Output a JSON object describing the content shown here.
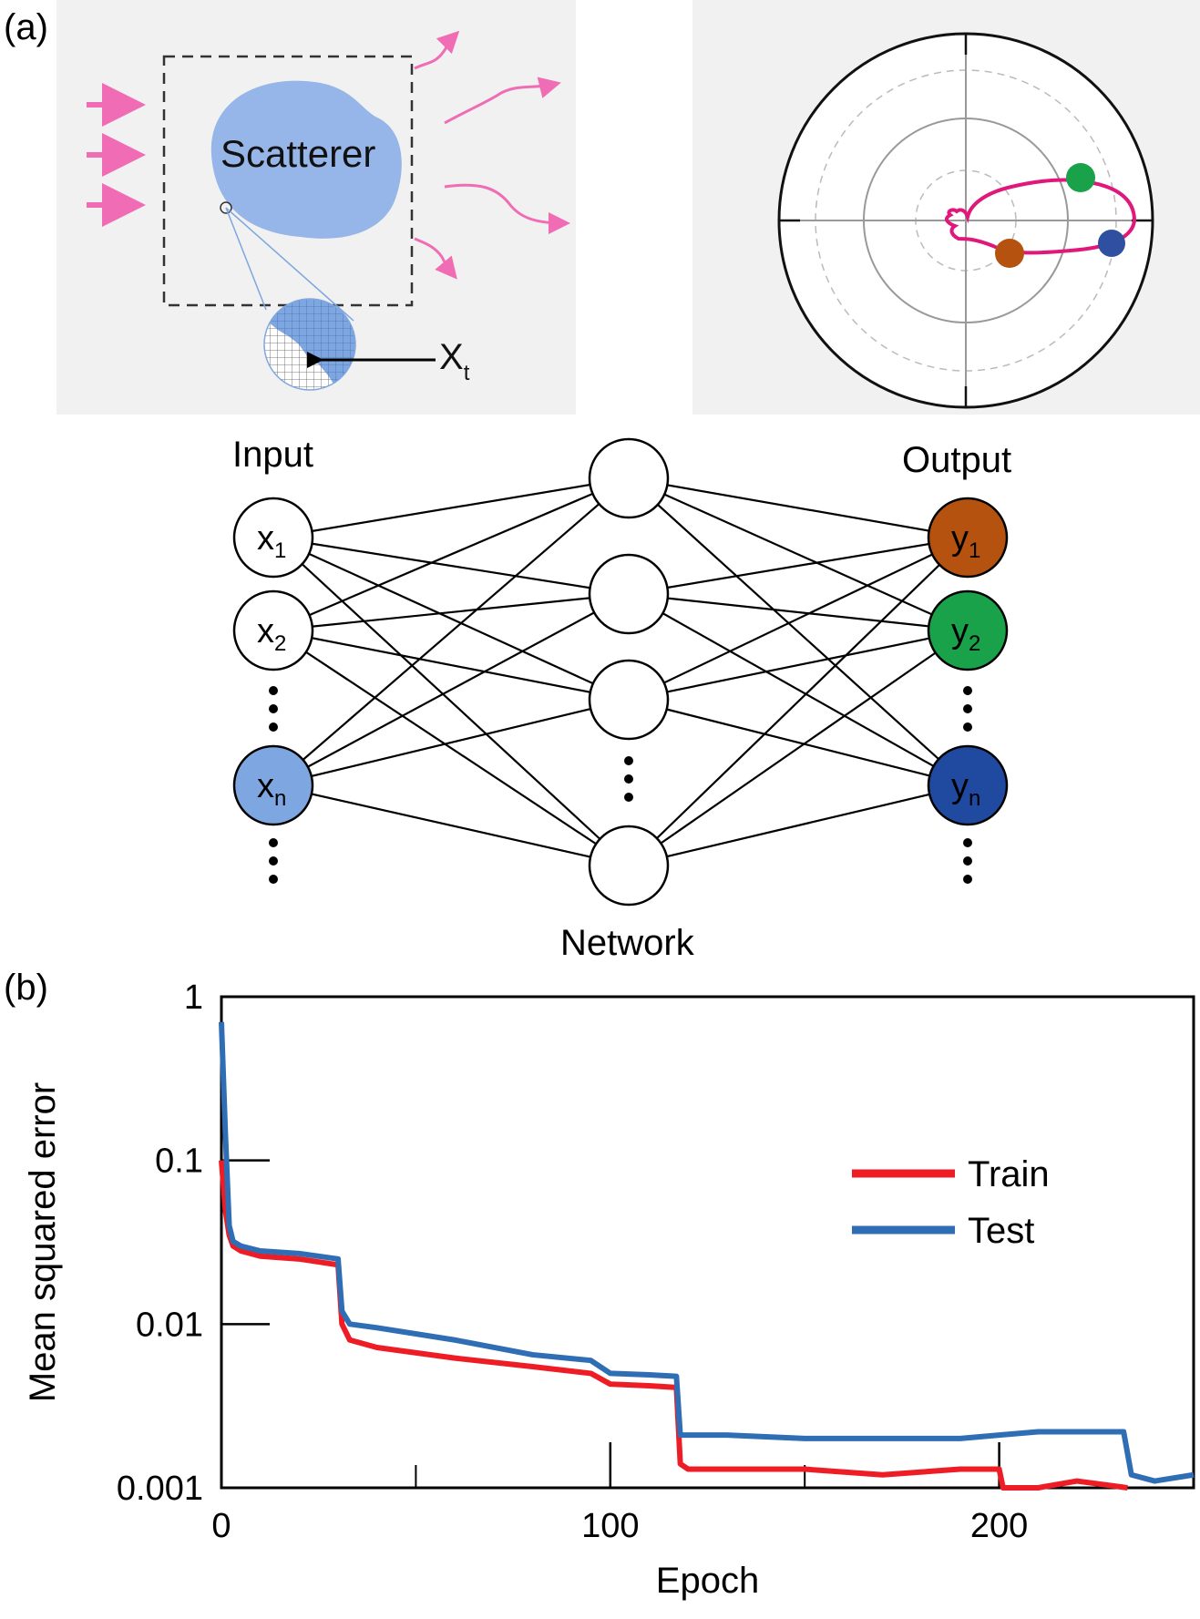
{
  "panel_a": {
    "label": "(a)",
    "scatterer_label": "Scatterer",
    "pixel_label": "X",
    "pixel_label_sub": "t",
    "network": {
      "input_title": "Input",
      "output_title": "Output",
      "network_title": "Network",
      "inputs": [
        {
          "main": "x",
          "sub": "1",
          "fill": "#ffffff"
        },
        {
          "main": "x",
          "sub": "2",
          "fill": "#ffffff"
        },
        {
          "main": "x",
          "sub": "n",
          "fill": "#7ea6e0"
        }
      ],
      "outputs": [
        {
          "main": "y",
          "sub": "1",
          "fill": "#b5520f"
        },
        {
          "main": "y",
          "sub": "2",
          "fill": "#1aa24a"
        },
        {
          "main": "y",
          "sub": "n",
          "fill": "#1f4aa0"
        }
      ]
    },
    "colors": {
      "arrow": "#f06cb4",
      "scatterer": "#96b5e8",
      "polar_curve": "#e0187c",
      "dot_orange": "#b5520f",
      "dot_green": "#1aa24a",
      "dot_blue": "#2f4fa0"
    }
  },
  "panel_b": {
    "label": "(b)",
    "chart_data": {
      "type": "line",
      "xlabel": "Epoch",
      "ylabel": "Mean squared error",
      "y_scale": "log",
      "xlim": [
        0,
        250
      ],
      "ylim": [
        0.001,
        1
      ],
      "x_ticks": [
        "0",
        "100",
        "200"
      ],
      "y_ticks": [
        "1",
        "0.1",
        "0.01",
        "0.001"
      ],
      "legend_position": "top-right",
      "series": [
        {
          "name": "Train",
          "color": "#ee1c25",
          "x": [
            0,
            1,
            2,
            3,
            5,
            10,
            20,
            30,
            31,
            33,
            40,
            60,
            80,
            95,
            100,
            110,
            117,
            118,
            120,
            130,
            150,
            170,
            190,
            200,
            201,
            210,
            220,
            233
          ],
          "y": [
            0.1,
            0.05,
            0.035,
            0.03,
            0.028,
            0.026,
            0.025,
            0.023,
            0.01,
            0.008,
            0.0072,
            0.0062,
            0.0055,
            0.005,
            0.0043,
            0.0042,
            0.0041,
            0.0014,
            0.0013,
            0.0013,
            0.0013,
            0.0012,
            0.0013,
            0.0013,
            0.001,
            0.001,
            0.0011,
            0.001
          ]
        },
        {
          "name": "Test",
          "color": "#2f6db5",
          "x": [
            0,
            1,
            2,
            3,
            5,
            10,
            20,
            30,
            31,
            33,
            40,
            60,
            80,
            95,
            100,
            110,
            117,
            118,
            120,
            130,
            150,
            170,
            190,
            200,
            210,
            220,
            232,
            234,
            240,
            250
          ],
          "y": [
            0.7,
            0.15,
            0.04,
            0.032,
            0.03,
            0.028,
            0.027,
            0.025,
            0.012,
            0.01,
            0.0095,
            0.008,
            0.0065,
            0.006,
            0.005,
            0.0049,
            0.0048,
            0.0021,
            0.0021,
            0.0021,
            0.002,
            0.002,
            0.002,
            0.0021,
            0.0022,
            0.0022,
            0.0022,
            0.0012,
            0.0011,
            0.0012
          ]
        }
      ]
    }
  }
}
